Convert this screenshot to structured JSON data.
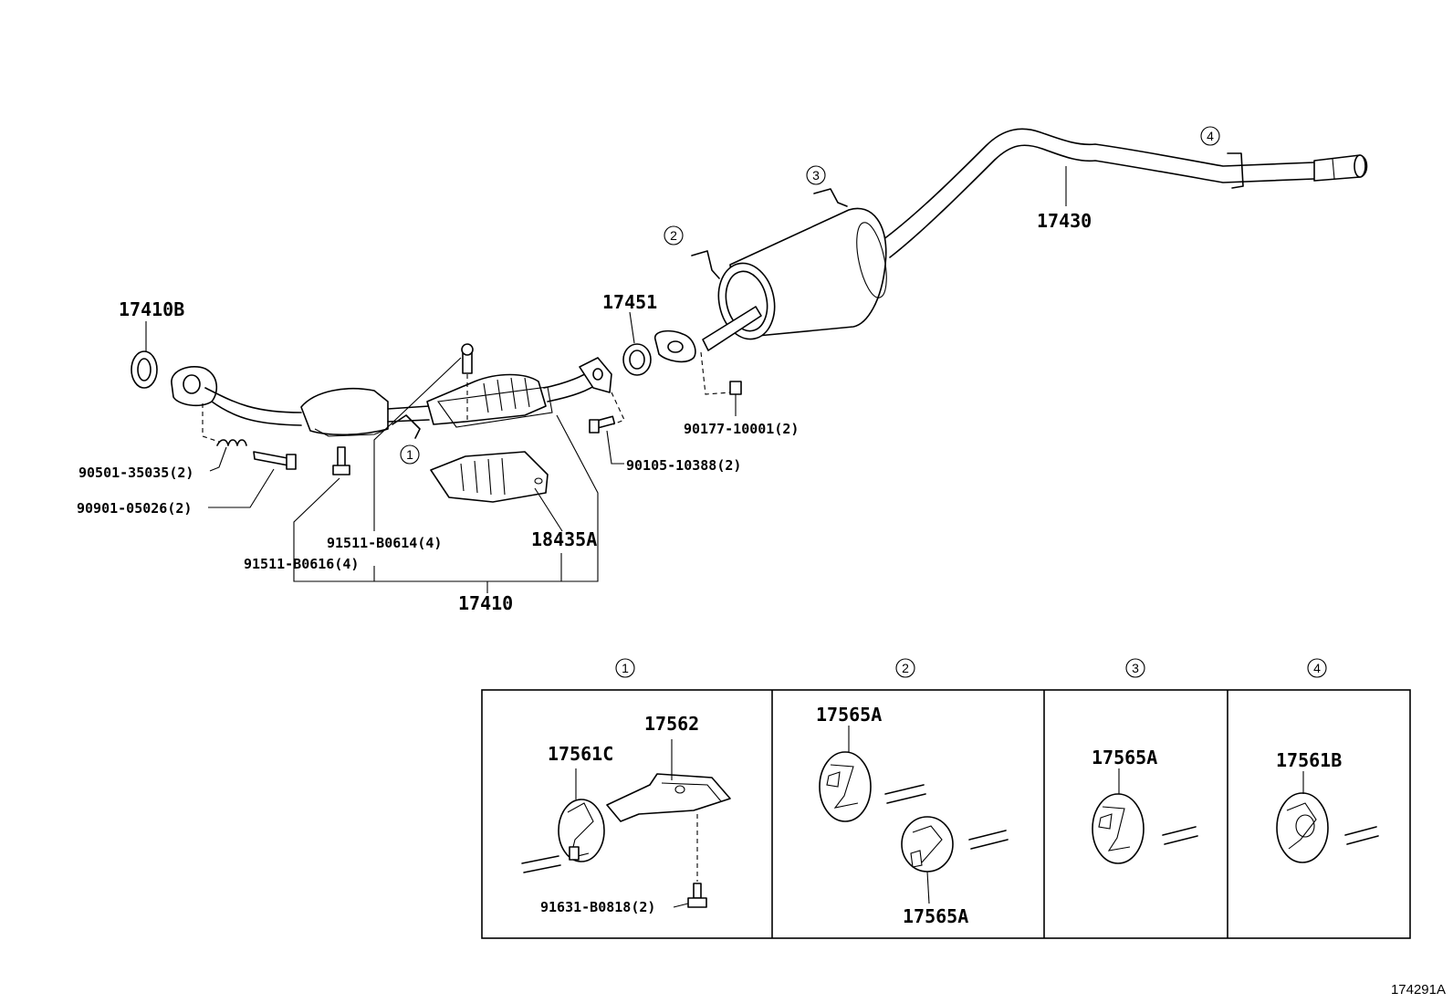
{
  "labels": {
    "p17410B": "17410B",
    "p17451": "17451",
    "p17430": "17430",
    "p90177": "90177-10001(2)",
    "p90105": "90105-10388(2)",
    "p90501": "90501-35035(2)",
    "p90901": "90901-05026(2)",
    "p91511_0614": "91511-B0614(4)",
    "p91511_0616": "91511-B0616(4)",
    "p18435A": "18435A",
    "p17410": "17410",
    "p17562": "17562",
    "p17561C": "17561C",
    "p91631": "91631-B0818(2)",
    "p17565A_1": "17565A",
    "p17565A_2": "17565A",
    "p17565A_3": "17565A",
    "p17561B": "17561B"
  },
  "callouts": {
    "c1": "1",
    "c2": "2",
    "c3": "3",
    "c4": "4"
  },
  "panels": {
    "h1": "1",
    "h2": "2",
    "h3": "3",
    "h4": "4"
  },
  "reference_code": "174291A"
}
